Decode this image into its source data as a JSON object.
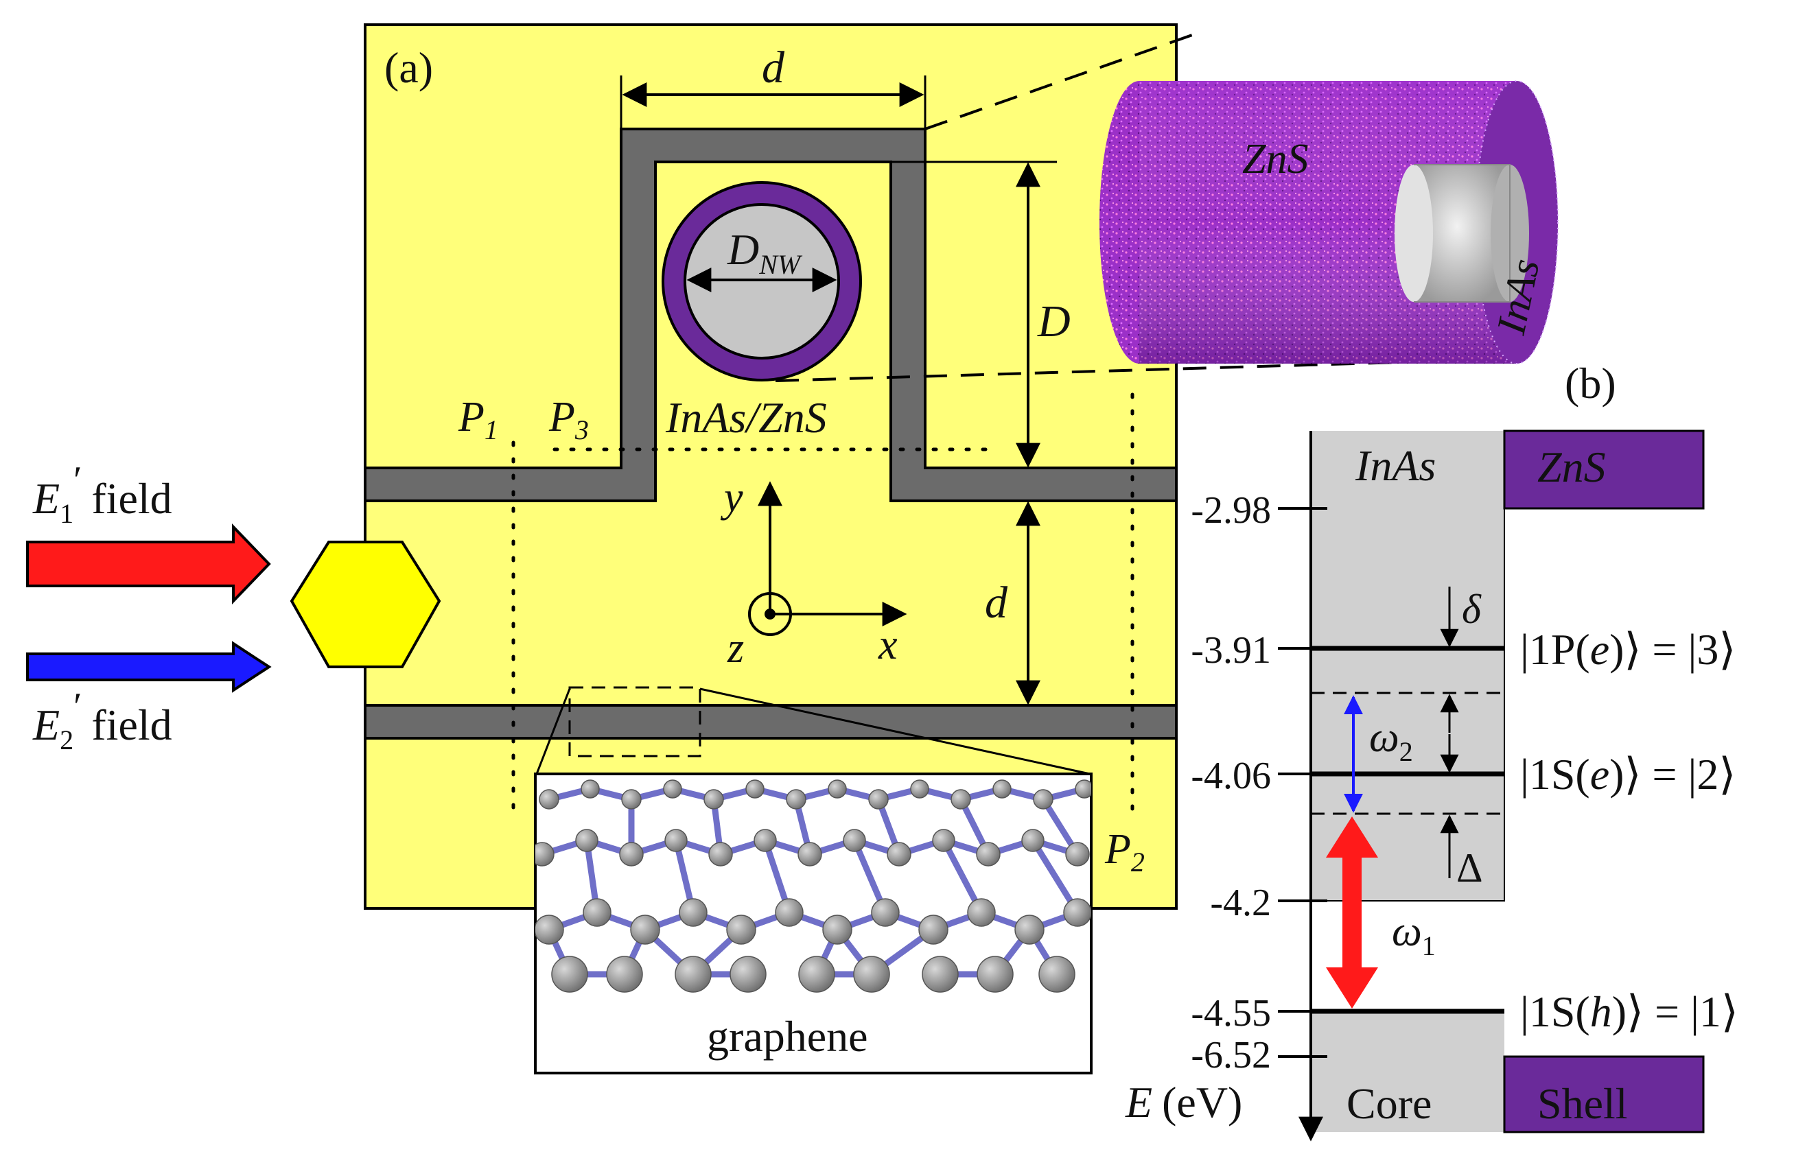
{
  "panel_a": {
    "label": "(a)",
    "dim_d_top": "d",
    "dim_D": "D",
    "dim_d_side": "d",
    "nw_diameter": "D",
    "nw_diameter_sub": "NW",
    "nw_material": "InAs/ZnS",
    "p1": "P",
    "p1_sub": "1",
    "p3": "P",
    "p3_sub": "3",
    "p2": "P",
    "p2_sub": "2",
    "axis_y": "y",
    "axis_x": "x",
    "axis_z": "z",
    "field1_sym": "E",
    "field1_sub": "1",
    "field1_prime": "′",
    "field1_word": "field",
    "field2_sym": "E",
    "field2_sub": "2",
    "field2_prime": "′",
    "field2_word": "field",
    "graphene_label": "graphene",
    "shell_3d_label": "ZnS",
    "core_3d_label": "InAs"
  },
  "panel_b": {
    "label": "(b)",
    "core_top_label": "InAs",
    "shell_top_label": "ZnS",
    "core_bottom_label": "Core",
    "shell_bottom_label": "Shell",
    "axis_label_sym": "E",
    "axis_label_unit": "(eV)",
    "ticks": [
      "-2.98",
      "-3.91",
      "-4.06",
      "-4.2",
      "-4.55",
      "-6.52"
    ],
    "levels": [
      {
        "state": "1P",
        "carrier": "e",
        "index": "3",
        "energy": -3.91
      },
      {
        "state": "1S",
        "carrier": "e",
        "index": "2",
        "energy": -4.06
      },
      {
        "state": "1S",
        "carrier": "h",
        "index": "1",
        "energy": -4.55
      }
    ],
    "delta": "δ",
    "Delta": "Δ",
    "omega1": "ω",
    "omega1_sub": "1",
    "omega2": "ω",
    "omega2_sub": "2"
  },
  "colors": {
    "substrate": "#ffff7a",
    "waveguide": "#6b6b6b",
    "shell_purple": "#6a2a9a",
    "core_gray": "#c6c6c6",
    "field1_red": "#ff1a1a",
    "field2_blue": "#1a1aff",
    "hexagon": "#ffff00"
  }
}
